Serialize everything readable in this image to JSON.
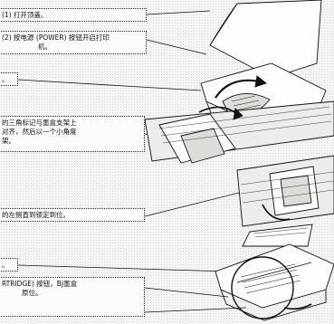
{
  "callouts": {
    "c1": "(1) 打开顶盖。",
    "c2_line1": "(2) 按电源 (POWER) 按钮开启打印",
    "c2_line2": "机。",
    "c3": "。",
    "c4_line1": "的三角标记与墨盒支架上",
    "c4_line2": "对齐，然后以一个小角度",
    "c4_line3": "架。",
    "c5": "的左侧直到锁定到位。",
    "c6": "。",
    "c7_line1": "RTRIDGE) 按钮，BJ墨盒",
    "c7_line2": "原位。"
  }
}
